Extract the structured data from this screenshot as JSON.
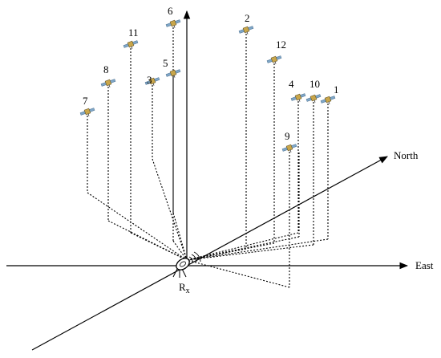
{
  "axes": {
    "north": "North",
    "east": "East"
  },
  "receiver": {
    "label_main": "R",
    "label_sub": "x"
  },
  "satellites": [
    {
      "id": "1",
      "label": "1"
    },
    {
      "id": "2",
      "label": "2"
    },
    {
      "id": "3",
      "label": "3"
    },
    {
      "id": "4",
      "label": "4"
    },
    {
      "id": "5",
      "label": "5"
    },
    {
      "id": "6",
      "label": "6"
    },
    {
      "id": "7",
      "label": "7"
    },
    {
      "id": "8",
      "label": "8"
    },
    {
      "id": "9",
      "label": "9"
    },
    {
      "id": "10",
      "label": "10"
    },
    {
      "id": "11",
      "label": "11"
    },
    {
      "id": "12",
      "label": "12"
    }
  ]
}
